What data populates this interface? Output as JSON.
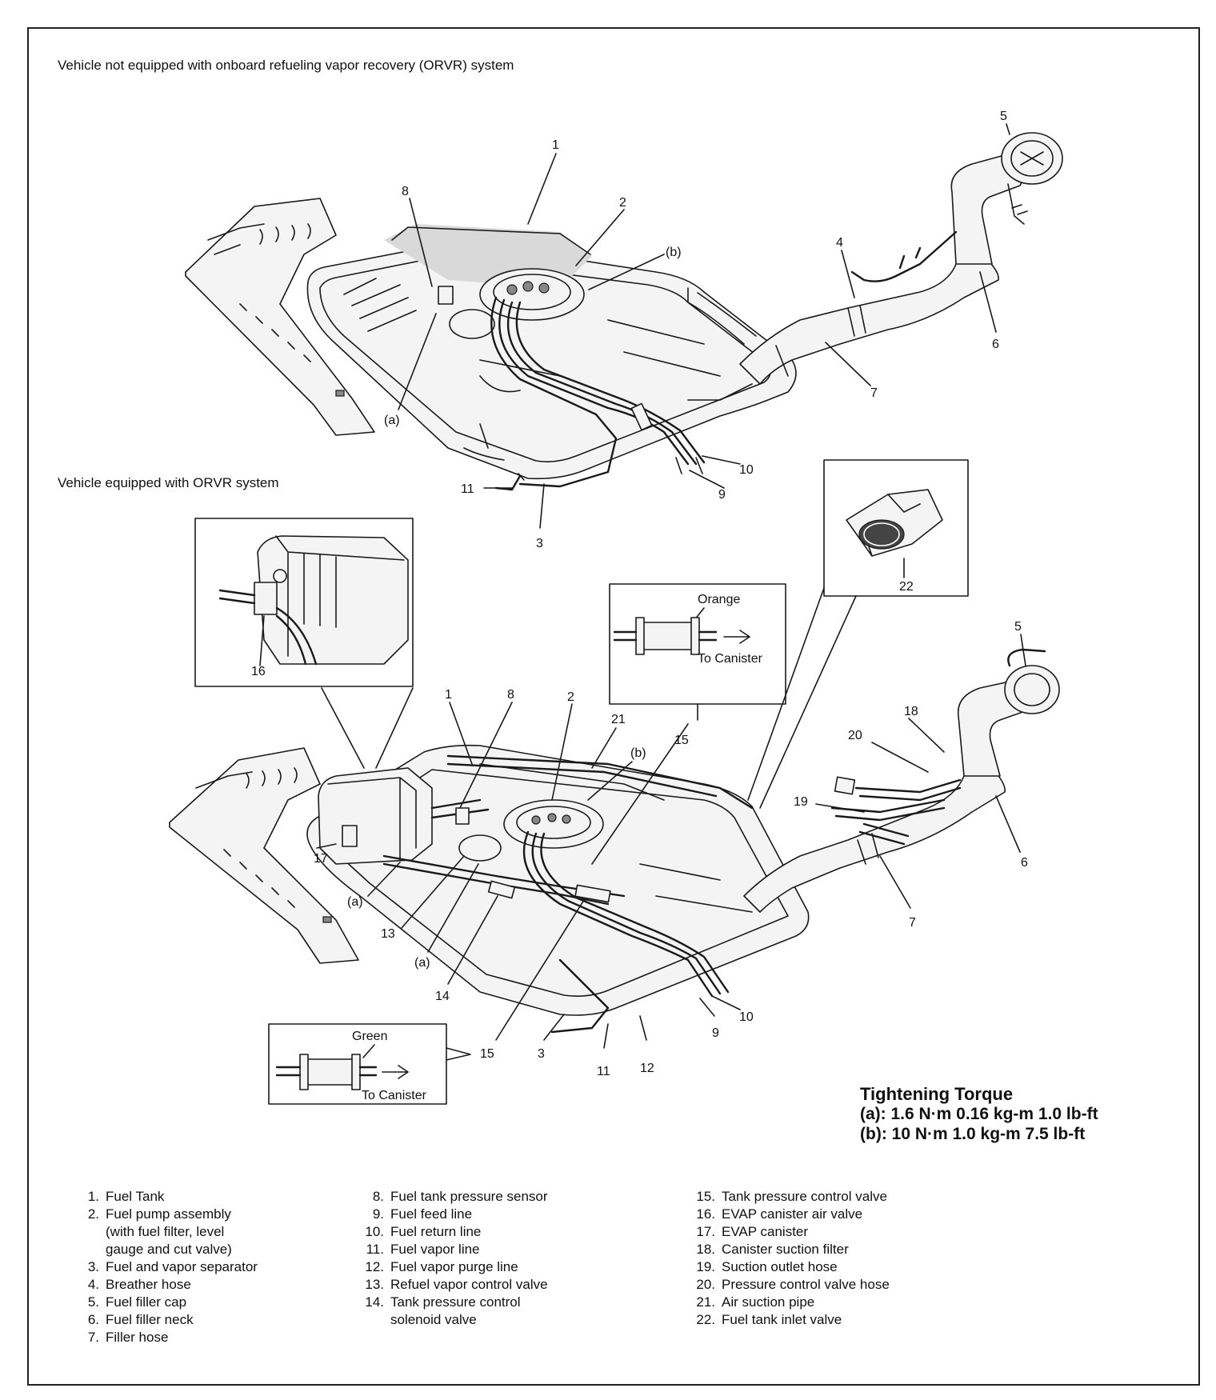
{
  "captions": {
    "top": "Vehicle not equipped with onboard refueling vapor recovery (ORVR) system",
    "bottom": "Vehicle equipped with ORVR system"
  },
  "callouts": {
    "top": {
      "n1": "1",
      "n2": "2",
      "n3": "3",
      "n4": "4",
      "n5": "5",
      "n6": "6",
      "n7": "7",
      "n8": "8",
      "n9": "9",
      "n10": "10",
      "n11": "11",
      "a": "(a)",
      "b": "(b)"
    },
    "bottom": {
      "n1": "1",
      "n2": "2",
      "n3": "3",
      "n5": "5",
      "n6": "6",
      "n7": "7",
      "n8": "8",
      "n9": "9",
      "n10": "10",
      "n11": "11",
      "n12": "12",
      "n13": "13",
      "n14": "14",
      "n15a": "15",
      "n15b": "15",
      "n16": "16",
      "n17": "17",
      "n18": "18",
      "n19": "19",
      "n20": "20",
      "n21": "21",
      "n22": "22",
      "a1": "(a)",
      "a2": "(a)",
      "b": "(b)"
    }
  },
  "insets": {
    "orange": {
      "color_label": "Orange",
      "direction": "To Canister"
    },
    "green": {
      "color_label": "Green",
      "direction": "To Canister"
    }
  },
  "torque": {
    "title": "Tightening Torque",
    "a": "(a): 1.6 N·m 0.16 kg-m 1.0 lb-ft",
    "b": "(b): 10 N·m 1.0 kg-m 7.5 lb-ft"
  },
  "legend": [
    [
      {
        "num": "1.",
        "label": "Fuel Tank"
      },
      {
        "num": "2.",
        "label": "Fuel pump assembly\n(with fuel filter, level\ngauge and cut valve)"
      },
      {
        "num": "3.",
        "label": "Fuel and vapor separator"
      },
      {
        "num": "4.",
        "label": "Breather hose"
      },
      {
        "num": "5.",
        "label": "Fuel filler cap"
      },
      {
        "num": "6.",
        "label": "Fuel filler neck"
      },
      {
        "num": "7.",
        "label": "Filler hose"
      }
    ],
    [
      {
        "num": "8.",
        "label": "Fuel tank pressure sensor"
      },
      {
        "num": "9.",
        "label": "Fuel feed line"
      },
      {
        "num": "10.",
        "label": "Fuel return line"
      },
      {
        "num": "11.",
        "label": "Fuel vapor line"
      },
      {
        "num": "12.",
        "label": "Fuel vapor purge line"
      },
      {
        "num": "13.",
        "label": "Refuel vapor control valve"
      },
      {
        "num": "14.",
        "label": "Tank pressure control\nsolenoid valve"
      }
    ],
    [
      {
        "num": "15.",
        "label": "Tank pressure control valve"
      },
      {
        "num": "16.",
        "label": "EVAP canister air valve"
      },
      {
        "num": "17.",
        "label": "EVAP canister"
      },
      {
        "num": "18.",
        "label": "Canister suction filter"
      },
      {
        "num": "19.",
        "label": "Suction outlet hose"
      },
      {
        "num": "20.",
        "label": "Pressure control valve hose"
      },
      {
        "num": "21.",
        "label": "Air suction pipe"
      },
      {
        "num": "22.",
        "label": "Fuel tank inlet valve"
      }
    ]
  ]
}
